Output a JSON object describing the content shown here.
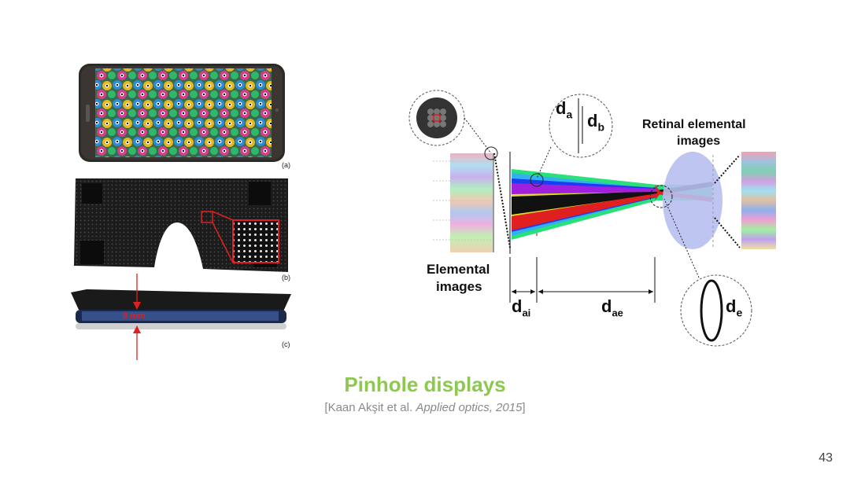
{
  "slide": {
    "title": "Pinhole displays",
    "citation_prefix": "[Kaan Akşit et al. ",
    "citation_journal": "Applied optics, 2015",
    "citation_suffix": "]",
    "page_number": "43"
  },
  "left_figure": {
    "label_a": "(a)",
    "label_b": "(b)",
    "label_c": "(c)",
    "thickness_annotation": "9 mm"
  },
  "right_figure": {
    "retinal_label_line1": "Retinal elemental",
    "retinal_label_line2": "images",
    "elemental_label_line1": "Elemental",
    "elemental_label_line2": "images",
    "d_a": "d",
    "d_a_sub": "a",
    "d_b": "d",
    "d_b_sub": "b",
    "d_ai": "d",
    "d_ai_sub": "ai",
    "d_ae": "d",
    "d_ae_sub": "ae",
    "d_e": "d",
    "d_e_sub": "e"
  },
  "colors": {
    "title_green": "#8dc84f",
    "citation_gray": "#8a8a8a",
    "annotation_red": "#e02020",
    "lens_blue": "#b8bff0"
  }
}
